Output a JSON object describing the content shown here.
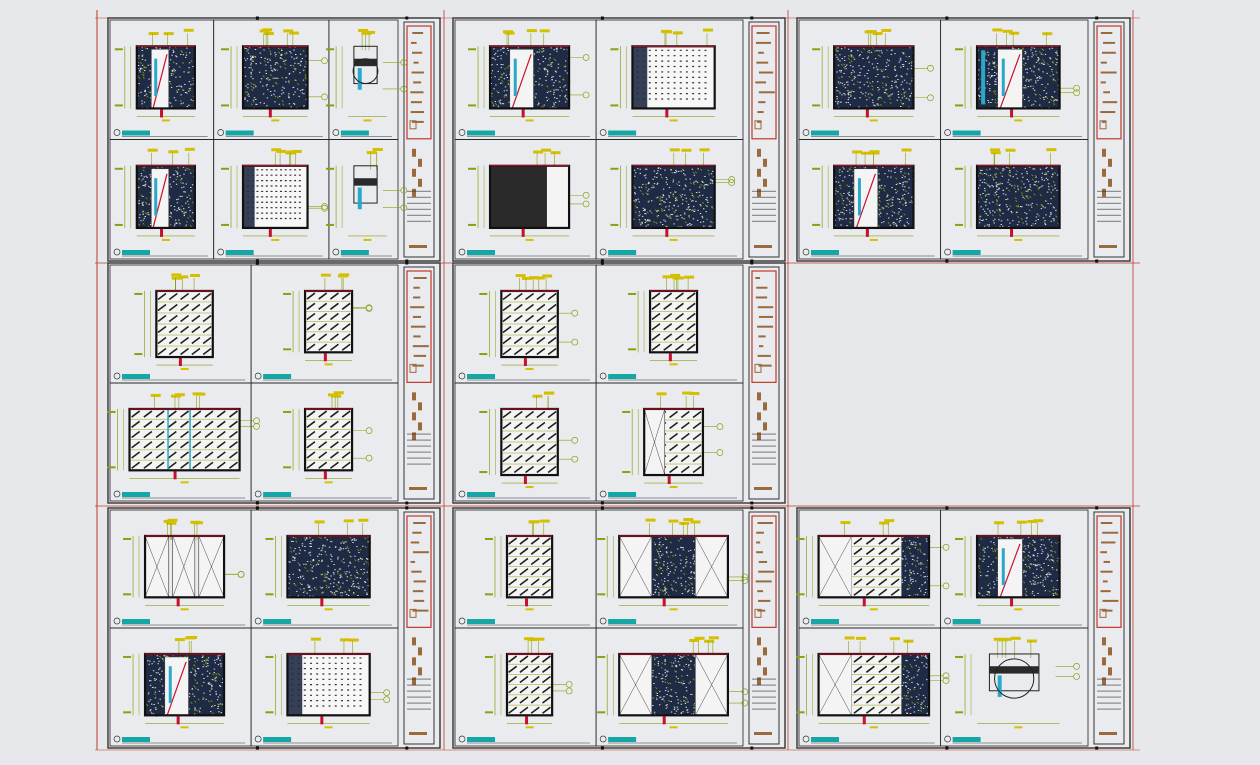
{
  "drawing": {
    "kind": "cad-elevation-sheet-layout",
    "colors": {
      "background": "#e6e8eb",
      "sheet_border": "#333333",
      "sheet_frame": "#c0392b",
      "panel_border": "#222222",
      "elevation_fill": "#1f2a44",
      "dim_line": "#8aa010",
      "annotation": "#d4c000",
      "label_tab": "#17a6a6",
      "title_block_text": "#9b6a3c",
      "fixture_red": "#c8102e",
      "glass": "#2aa8c8",
      "dark_panel": "#2a2a2a"
    },
    "sheets": [
      {
        "id": "sheet-r1c1",
        "grid": "2x3",
        "elevations": [
          "door",
          "wall",
          "detail",
          "door",
          "wall-pattern",
          "section"
        ]
      },
      {
        "id": "sheet-r1c2",
        "grid": "2x2",
        "elevations": [
          "door",
          "wall-pattern",
          "dark-door",
          "wall"
        ]
      },
      {
        "id": "sheet-r1c3",
        "grid": "2x2",
        "elevations": [
          "wall",
          "wall-glass",
          "door",
          "wall"
        ]
      },
      {
        "id": "sheet-r2c1",
        "grid": "2x2",
        "elevations": [
          "shelf",
          "shelf-narrow",
          "shelf-wide",
          "shelf-narrow"
        ]
      },
      {
        "id": "sheet-r2c2",
        "grid": "2x2",
        "elevations": [
          "shelf",
          "shelf-narrow",
          "shelf",
          "shelf-glass"
        ]
      },
      {
        "id": "sheet-r3c1",
        "grid": "2x2",
        "elevations": [
          "glass-doors",
          "wall",
          "door",
          "wall-pattern"
        ]
      },
      {
        "id": "sheet-r3c2",
        "grid": "2x2",
        "elevations": [
          "narrow",
          "glass-wall",
          "narrow",
          "glass-wall"
        ]
      },
      {
        "id": "sheet-r3c3",
        "grid": "2x2",
        "elevations": [
          "wall-shelf",
          "door",
          "wardrobe",
          "detail"
        ]
      }
    ]
  }
}
